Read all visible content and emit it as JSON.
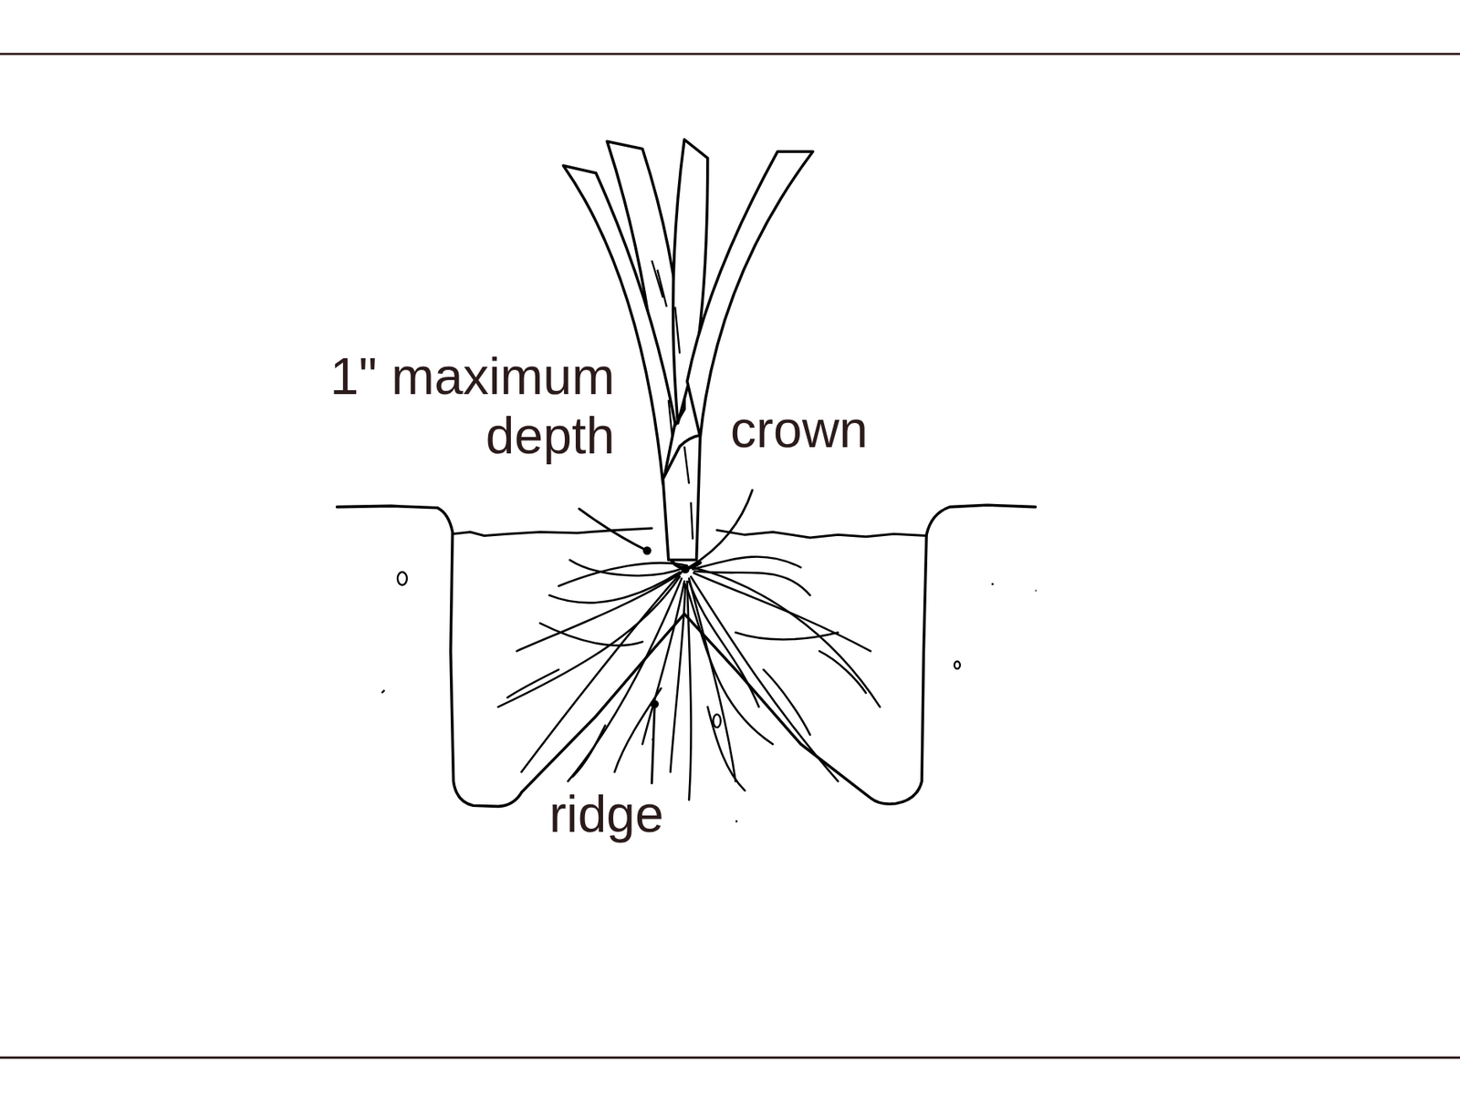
{
  "diagram": {
    "labels": [
      "1\" maximum depth",
      "crown",
      "ridge"
    ]
  }
}
